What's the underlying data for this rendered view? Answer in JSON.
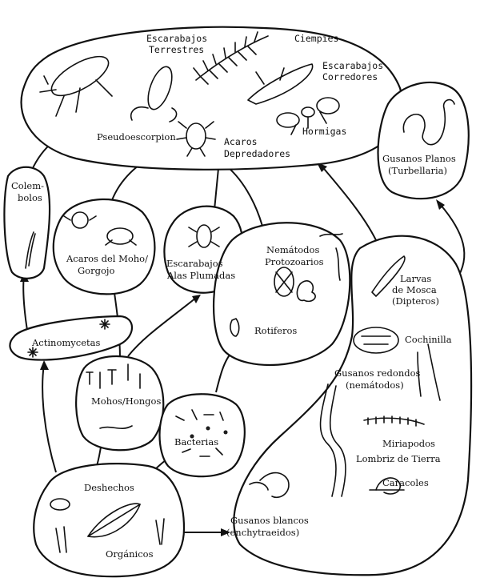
{
  "labels": {
    "escarabajos_terrestres_1": "Escarabajos",
    "escarabajos_terrestres_2": "Terrestres",
    "ciempies": "Ciempies",
    "escarabajos_corredores_1": "Escarabajos",
    "escarabajos_corredores_2": "Corredores",
    "pseudoescorpion": "Pseudoescorpion",
    "hormigas": "Hormigas",
    "acaros_depredadores_1": "Acaros",
    "acaros_depredadores_2": "Depredadores",
    "gusanos_planos_1": "Gusanos Planos",
    "gusanos_planos_2": "(Turbellaria)",
    "colembolos_1": "Colem-",
    "colembolos_2": "bolos",
    "acaros_moho_1": "Acaros del Moho/",
    "acaros_moho_2": "Gorgojo",
    "escarabajos_alas_1": "Escarabajos",
    "escarabajos_alas_2": "Alas Plumadas",
    "nematodos": "Nemátodos",
    "protozoarios": "Protozoarios",
    "rotiferos": "Rotiferos",
    "larvas_1": "Larvas",
    "larvas_2": "de Mosca",
    "larvas_3": "(Dipteros)",
    "cochinilla": "Cochinilla",
    "actinomycetas": "Actinomycetas",
    "mohos": "Mohos/Hongos",
    "bacterias": "Bacterias",
    "gusanos_redondos_1": "Gusanos redondos",
    "gusanos_redondos_2": "(nemátodos)",
    "miriapodos": "Miriapodos",
    "lombriz": "Lombriz de Tierra",
    "caracoles": "Caracoles",
    "gusanos_blancos_1": "Gusanos blancos",
    "gusanos_blancos_2": "(enchytraeidos)",
    "deshechos": "Deshechos",
    "organicos": "Orgánicos"
  }
}
